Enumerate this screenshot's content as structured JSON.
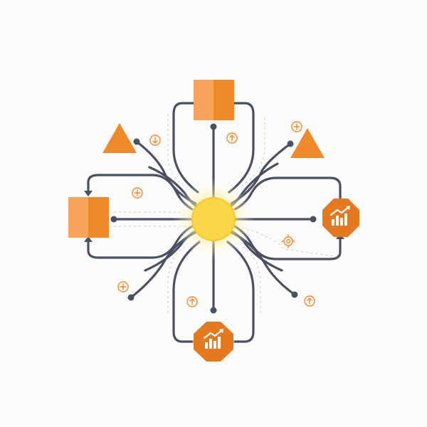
{
  "colors": {
    "background": "#fbfbfb",
    "wire": "#4a5060",
    "guide": "#c9c9c9",
    "hub": "#f9d548",
    "hub_glow": "#fff2a6",
    "accent": "#ef8a2c",
    "accent_dark": "#e57920",
    "accent_light": "#f7a55a",
    "icon_white": "#ffffff"
  },
  "hub": {
    "icon": "sun-hub-icon"
  },
  "nodes": [
    {
      "name": "top-square-node",
      "icon": "square-block-icon"
    },
    {
      "name": "left-square-node",
      "icon": "square-block-icon"
    },
    {
      "name": "upper-left-triangle-node",
      "icon": "triangle-icon"
    },
    {
      "name": "upper-right-triangle-node",
      "icon": "triangle-icon"
    },
    {
      "name": "right-growth-node",
      "icon": "growth-chart-icon"
    },
    {
      "name": "bottom-growth-node",
      "icon": "growth-chart-icon"
    }
  ],
  "mini_badges": [
    {
      "name": "arrow-down-badge",
      "icon": "arrow-down-icon"
    },
    {
      "name": "arrow-up-badge-top",
      "icon": "arrow-up-icon"
    },
    {
      "name": "plus-badge-top-right",
      "icon": "plus-icon"
    },
    {
      "name": "plus-badge-left",
      "icon": "plus-icon"
    },
    {
      "name": "gear-badge-right",
      "icon": "gear-icon"
    },
    {
      "name": "plus-badge-bottom-left",
      "icon": "plus-icon"
    },
    {
      "name": "arrow-up-badge-bottom",
      "icon": "arrow-up-icon"
    },
    {
      "name": "arrow-up-badge-bottom-right",
      "icon": "arrow-up-icon"
    }
  ]
}
